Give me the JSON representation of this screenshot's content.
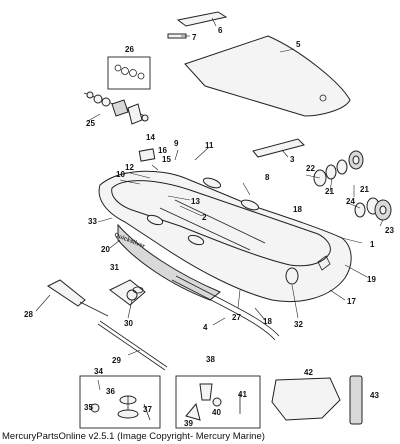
{
  "callouts": [
    "1",
    "2",
    "3",
    "4",
    "5",
    "6",
    "7",
    "8",
    "9",
    "10",
    "11",
    "12",
    "13",
    "14",
    "15",
    "16",
    "17",
    "18",
    "18",
    "19",
    "20",
    "21",
    "21",
    "22",
    "23",
    "24",
    "25",
    "26",
    "27",
    "28",
    "29",
    "30",
    "31",
    "32",
    "33",
    "34",
    "35",
    "36",
    "37",
    "38",
    "39",
    "40",
    "41",
    "42",
    "43"
  ],
  "hull_brand_text": "Quicksilver",
  "footer": "MercuryPartsOnline v2.5.1 (Image Copyright- Mercury Marine)"
}
